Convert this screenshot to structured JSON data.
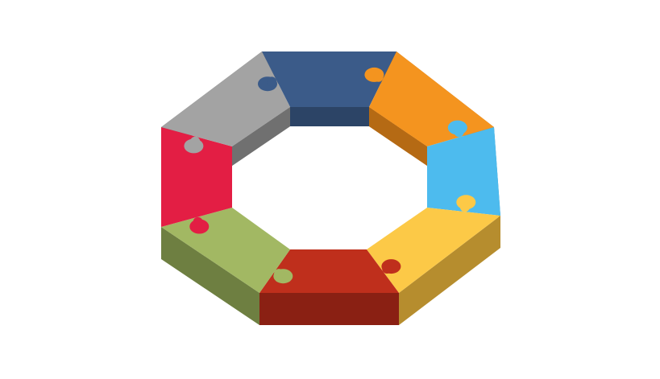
{
  "diagram": {
    "pieces": [
      {
        "id": "top",
        "top_color": "#3b5b89",
        "side_color": "#2c4466"
      },
      {
        "id": "top-right",
        "top_color": "#f4941f",
        "side_color": "#b56a14"
      },
      {
        "id": "right",
        "top_color": "#4dbbee",
        "side_color": "#2f87b1"
      },
      {
        "id": "bottom-right",
        "top_color": "#fcc947",
        "side_color": "#b68d2e"
      },
      {
        "id": "bottom",
        "top_color": "#bf2f1c",
        "side_color": "#8a2013"
      },
      {
        "id": "bottom-left",
        "top_color": "#a2b863",
        "side_color": "#6e7f41"
      },
      {
        "id": "left",
        "top_color": "#e31e44",
        "side_color": "#a21330"
      },
      {
        "id": "top-left",
        "top_color": "#a3a3a3",
        "side_color": "#707070"
      }
    ]
  }
}
